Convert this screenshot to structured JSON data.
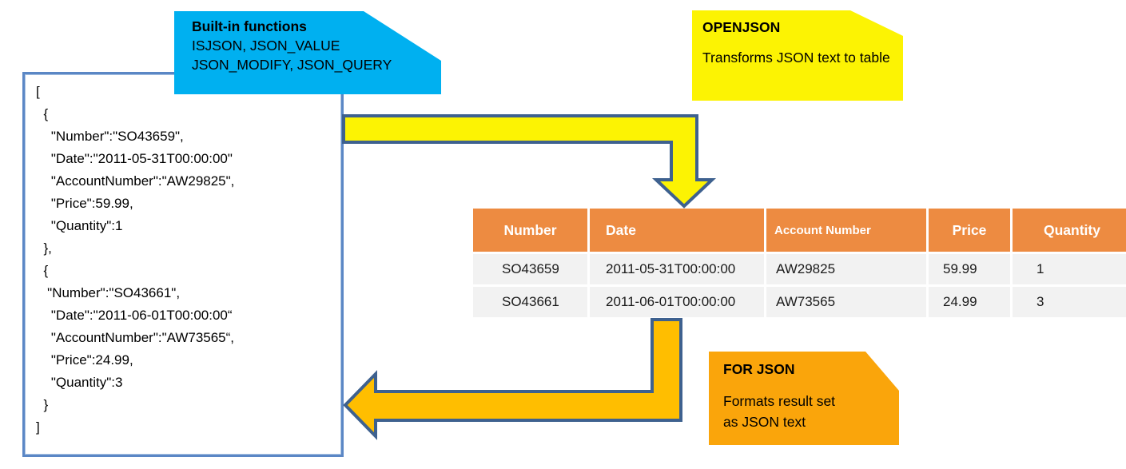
{
  "colors": {
    "callout_blue": "#00b0f0",
    "callout_yellow": "#fcf303",
    "callout_orange": "#faa50b",
    "arrow_yellow_fill": "#fcf303",
    "arrow_orange_fill": "#ffbe00",
    "arrow_border": "#3e618f",
    "json_box_border": "#5b87c5",
    "table_header_bg": "#ed8b41",
    "table_row_bg": "#f2f2f2"
  },
  "callouts": {
    "builtin": {
      "title": "Built-in functions",
      "line1": "ISJSON, JSON_VALUE",
      "line2": "JSON_MODIFY, JSON_QUERY"
    },
    "openjson": {
      "title": "OPENJSON",
      "body": "Transforms JSON text to table"
    },
    "forjson": {
      "title": "FOR JSON",
      "line1": "Formats result set",
      "line2": "as JSON text"
    }
  },
  "json_panel": {
    "lines": [
      "[",
      "  {",
      "    \"Number\":\"SO43659\",",
      "    \"Date\":\"2011-05-31T00:00:00\"",
      "    \"AccountNumber\":\"AW29825\",",
      "    \"Price\":59.99,",
      "    \"Quantity\":1",
      "  },",
      "  {",
      "   \"Number\":\"SO43661\",",
      "    \"Date\":\"2011-06-01T00:00:00“",
      "    \"AccountNumber\":\"AW73565“,",
      "    \"Price\":24.99,",
      "    \"Quantity\":3",
      "  }",
      "]"
    ]
  },
  "table": {
    "headers": [
      "Number",
      "Date",
      "Account Number",
      "Price",
      "Quantity"
    ],
    "rows": [
      [
        "SO43659",
        "2011-05-31T00:00:00",
        "AW29825",
        "59.99",
        "1"
      ],
      [
        "SO43661",
        "2011-06-01T00:00:00",
        "AW73565",
        "24.99",
        "3"
      ]
    ]
  }
}
